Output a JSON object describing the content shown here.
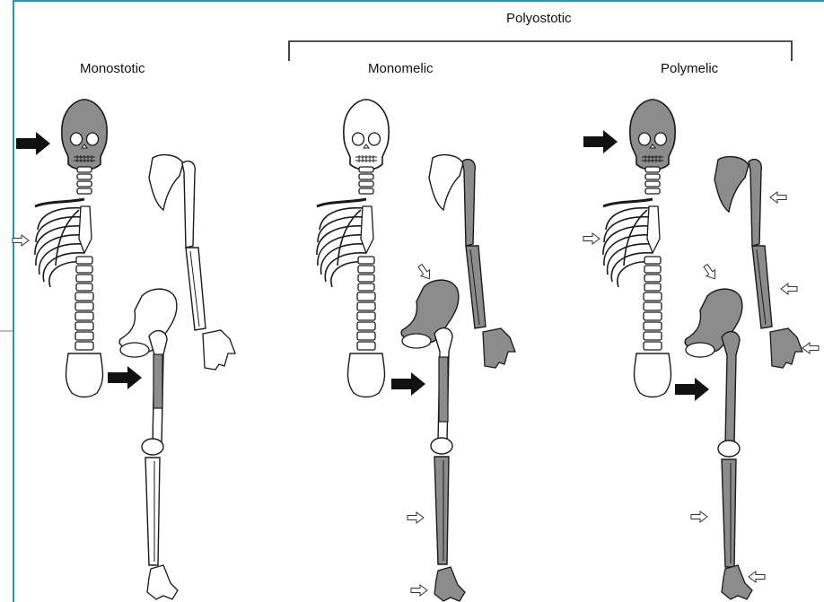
{
  "labels": {
    "group": "Polyostotic",
    "monostotic": "Monostotic",
    "monomelic": "Monomelic",
    "polymelic": "Polymelic"
  },
  "colors": {
    "frame": "#1a9bc4",
    "affected_fill": "#8c8c8c",
    "bone_fill": "#ffffff",
    "outline": "#1a1a1a"
  },
  "panels": [
    {
      "id": "monostotic",
      "affected": [
        "skull",
        "femur-shaft"
      ],
      "primary_arrows": 2,
      "secondary_arrows": 1
    },
    {
      "id": "monomelic",
      "affected": [
        "humerus",
        "radius-ulna",
        "hand",
        "hip",
        "femur-shaft",
        "tibia-fibula",
        "foot"
      ],
      "primary_arrows": 1,
      "secondary_arrows": 3
    },
    {
      "id": "polymelic",
      "affected": [
        "skull",
        "scapula",
        "humerus",
        "radius-ulna",
        "hand",
        "hip",
        "femur-shaft",
        "tibia-fibula",
        "foot"
      ],
      "primary_arrows": 2,
      "secondary_arrows": 7
    }
  ]
}
